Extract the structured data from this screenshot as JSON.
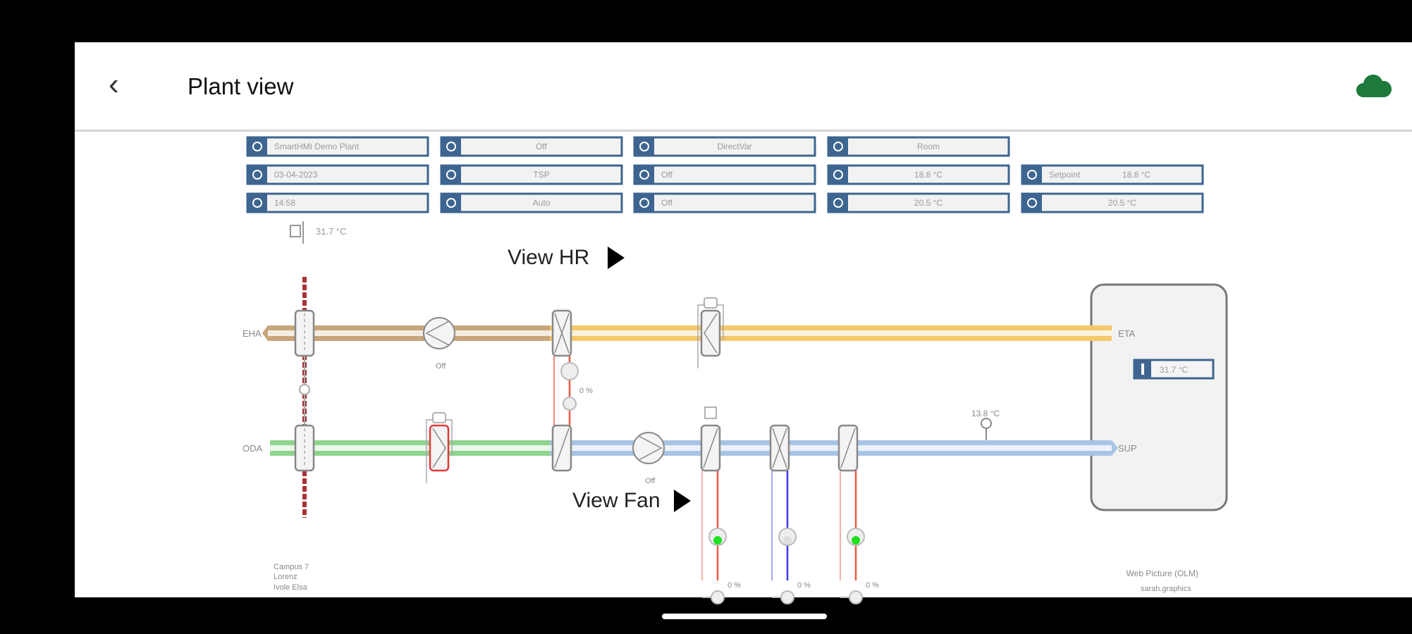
{
  "header": {
    "title": "Plant view",
    "back_icon": "chevron-left-icon",
    "status_icon": "cloud-icon",
    "status_color": "#1e7a3c"
  },
  "info_boxes": [
    {
      "icon": "plant-icon",
      "value": "SmartHMI Demo Plant",
      "align": "left"
    },
    {
      "icon": "power-icon",
      "value": "Off"
    },
    {
      "icon": "fan-mode-icon",
      "value": "DirectVar"
    },
    {
      "icon": "thermometer-icon",
      "value": "Room"
    },
    {
      "icon": "calendar-icon",
      "value": "03-04-2023",
      "align": "left"
    },
    {
      "icon": "block-icon",
      "value": "TSP"
    },
    {
      "icon": "supply-fan-icon",
      "value": "Off",
      "align": "left"
    },
    {
      "icon": "heating-icon",
      "value": "18.8 °C"
    },
    {
      "icon": "heating-setpoint-icon",
      "label": "Setpoint",
      "value": "18.8 °C"
    },
    {
      "icon": "clock-icon",
      "value": "14:58",
      "align": "left"
    },
    {
      "icon": "block-icon",
      "value": "Auto"
    },
    {
      "icon": "exhaust-fan-icon",
      "value": "Off",
      "align": "left"
    },
    {
      "icon": "cooling-icon",
      "value": "20.5 °C"
    },
    {
      "icon": "cooling-setpoint-icon",
      "value": "20.5 °C"
    }
  ],
  "outdoor_temp": "31.7 °C",
  "links": {
    "view_hr": "View HR",
    "view_fan": "View Fan"
  },
  "ducts": {
    "eha": "EHA",
    "oda": "ODA",
    "eta": "ETA",
    "sup": "SUP"
  },
  "exhaust_fan_status": "Off",
  "supply_fan_status": "Off",
  "hr_valve": "0 %",
  "supply_temp": "13.8 °C",
  "room_temp": "31.7 °C",
  "coil_valves": [
    "0 %",
    "0 %",
    "0 %"
  ],
  "footer_left": [
    "Campus 7",
    "Lorenz",
    "Ivole Elsa"
  ],
  "footer_right": [
    "Web Picture (OLM)",
    "sarah.graphics"
  ],
  "colors": {
    "exhaust": "#c8a57a",
    "extract": "#f5c86a",
    "outdoor": "#8fd48f",
    "supply": "#a9c4e4",
    "box_accent": "#3d6590",
    "hot": "#ee5a44",
    "cold": "#3a3ae8",
    "running": "#1ee01e"
  }
}
